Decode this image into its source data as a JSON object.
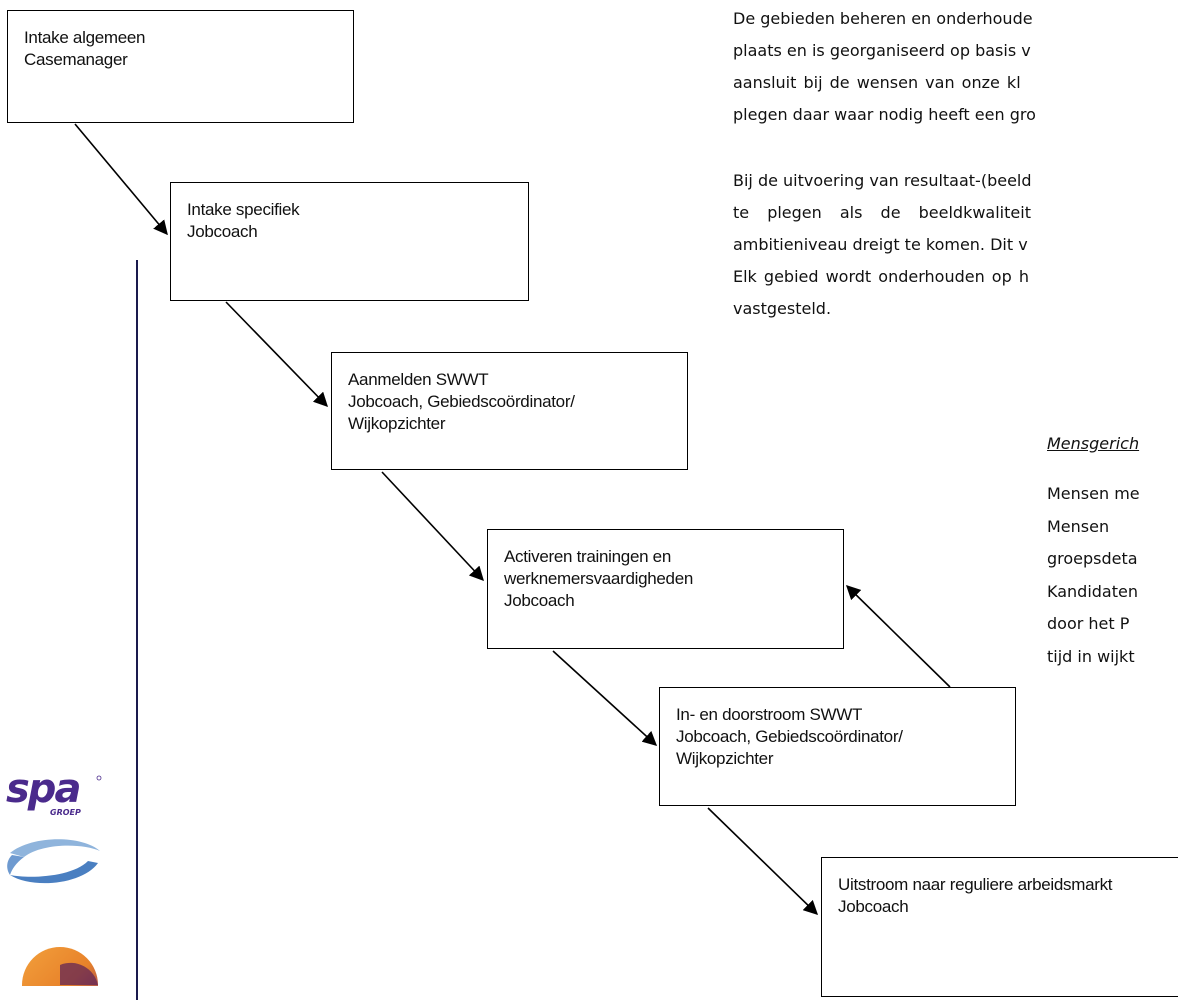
{
  "flow_boxes": [
    {
      "line1": "Intake algemeen",
      "line2": "Casemanager"
    },
    {
      "line1": "Intake specifiek",
      "line2": "Jobcoach"
    },
    {
      "line1": "Aanmelden SWWT",
      "line2": "Jobcoach, Gebiedscoördinator/",
      "line3": "Wijkopzichter"
    },
    {
      "line1": "Activeren trainingen en",
      "line2": "werknemersvaardigheden",
      "line3": "Jobcoach"
    },
    {
      "line1": "In- en doorstroom SWWT",
      "line2": "Jobcoach, Gebiedscoördinator/",
      "line3": "Wijkopzichter"
    },
    {
      "line1": "Uitstroom naar reguliere arbeidsmarkt",
      "line2": "Jobcoach"
    }
  ],
  "paragraph1": [
    "De gebieden beheren en onderhoude",
    "plaats en is georganiseerd op basis v",
    "aansluit bij de wensen van onze kl",
    "plegen daar waar nodig heeft een gro"
  ],
  "paragraph2": [
    "Bij de uitvoering van resultaat-(beeld",
    "te plegen als de beeldkwaliteit",
    "ambitieniveau dreigt te komen. Dit v",
    "Elk gebied wordt onderhouden op h",
    "vastgesteld."
  ],
  "subheading": "Mensgerich",
  "right_column": [
    "Mensen me",
    "Mensen",
    "groepsdeta",
    "Kandidaten",
    "door het P",
    "tijd in wijkt"
  ],
  "logo_text": "spa",
  "logo_subtext": "GROEP",
  "colors": {
    "logo_purple": "#4a2a8c",
    "logo_blue": "#4a7fc1",
    "logo_orange": "#e8822a",
    "vertical_line": "#1a1a4d"
  }
}
